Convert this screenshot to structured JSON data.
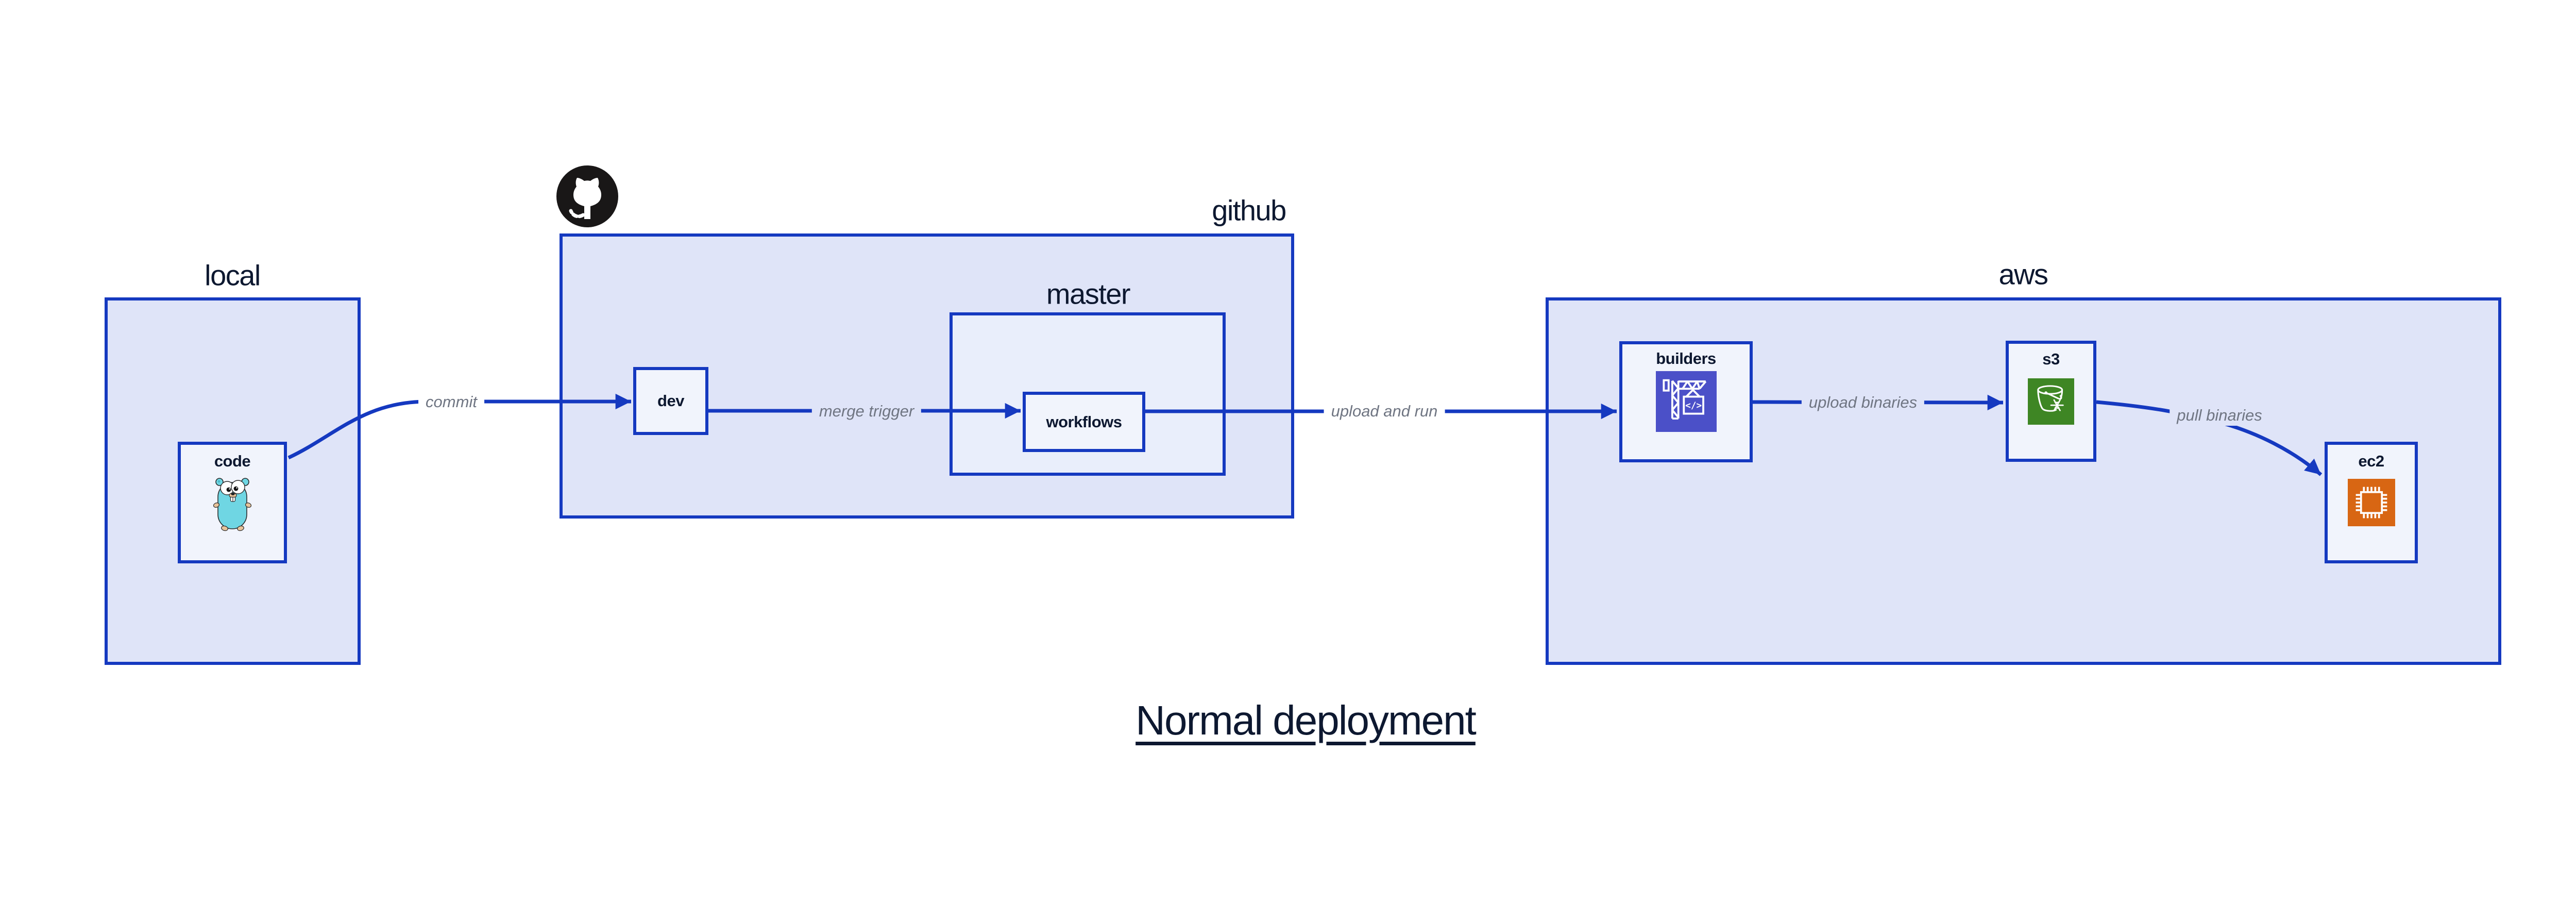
{
  "title": {
    "text": "Normal deployment"
  },
  "containers": {
    "local": {
      "label": "local"
    },
    "github": {
      "label": "github",
      "master_label": "master"
    },
    "aws": {
      "label": "aws"
    }
  },
  "nodes": {
    "code": {
      "label": "code",
      "icon": "go-gopher-icon"
    },
    "dev": {
      "label": "dev"
    },
    "workflows": {
      "label": "workflows"
    },
    "builders": {
      "label": "builders",
      "icon": "aws-codebuild-icon"
    },
    "s3": {
      "label": "s3",
      "icon": "aws-s3-glacier-icon"
    },
    "ec2": {
      "label": "ec2",
      "icon": "aws-ec2-icon"
    }
  },
  "edges": {
    "commit": {
      "label": "commit"
    },
    "merge_trigger": {
      "label": "merge trigger"
    },
    "upload_and_run": {
      "label": "upload and run"
    },
    "upload_binaries": {
      "label": "upload binaries"
    },
    "pull_binaries": {
      "label": "pull binaries"
    }
  },
  "icons": {
    "github_logo": "github-octocat-logo",
    "codebuild_glyph": "</>"
  },
  "colors": {
    "accent_blue": "#1539c0",
    "container_fill": "#dfe4f8",
    "master_fill": "#e9eefb",
    "node_fill": "#f1f4fc",
    "heading_navy": "#0d1830",
    "edge_label_gray": "#6f7582",
    "github_black": "#191717",
    "codebuild_indigo": "#4b50c8",
    "s3_green": "#3e8624",
    "ec2_orange": "#d86613",
    "gopher_teal": "#6fd6e3"
  }
}
